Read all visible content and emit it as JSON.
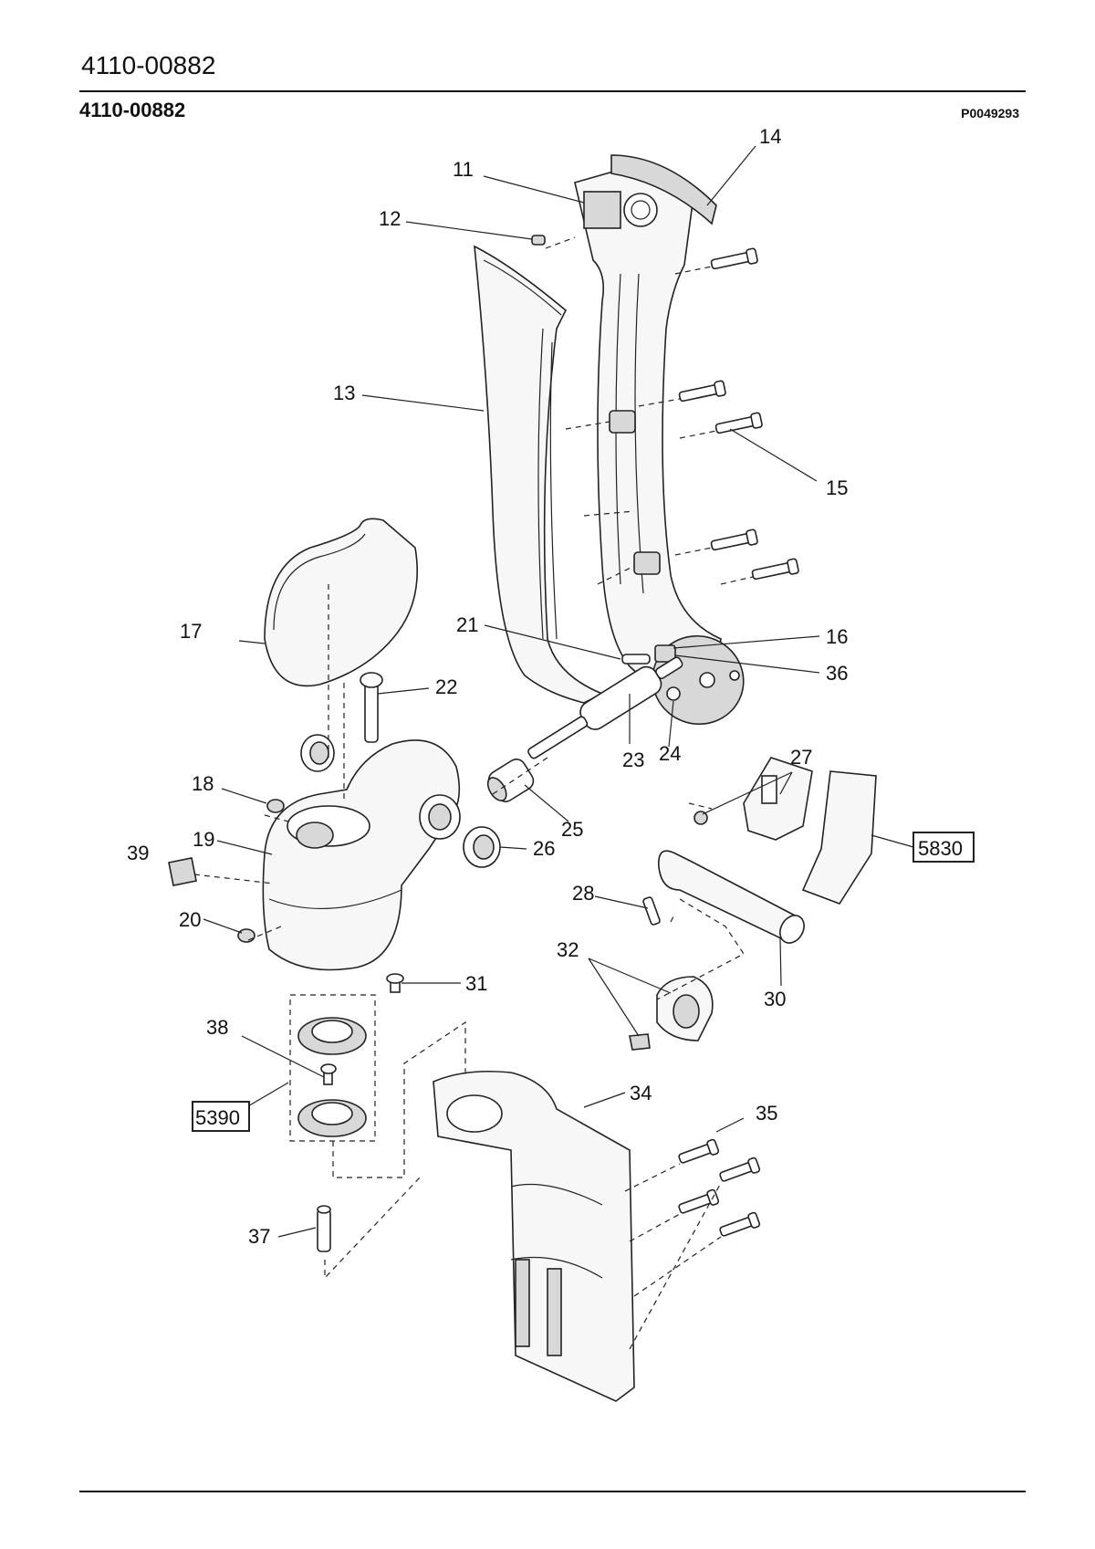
{
  "header": {
    "title": "4110-00882",
    "subtitle": "4110-00882",
    "drawing_id": "P0049293"
  },
  "labels": {
    "p11": "11",
    "p12": "12",
    "p13": "13",
    "p14": "14",
    "p15": "15",
    "p16": "16",
    "p17": "17",
    "p18": "18",
    "p19": "19",
    "p20": "20",
    "p21": "21",
    "p22": "22",
    "p23": "23",
    "p24": "24",
    "p25": "25",
    "p26": "26",
    "p27": "27",
    "p28": "28",
    "p30": "30",
    "p31": "31",
    "p32": "32",
    "p34": "34",
    "p35": "35",
    "p36": "36",
    "p37": "37",
    "p38": "38",
    "p39": "39"
  },
  "boxed_refs": {
    "ref_5830": "5830",
    "ref_5390": "5390"
  }
}
